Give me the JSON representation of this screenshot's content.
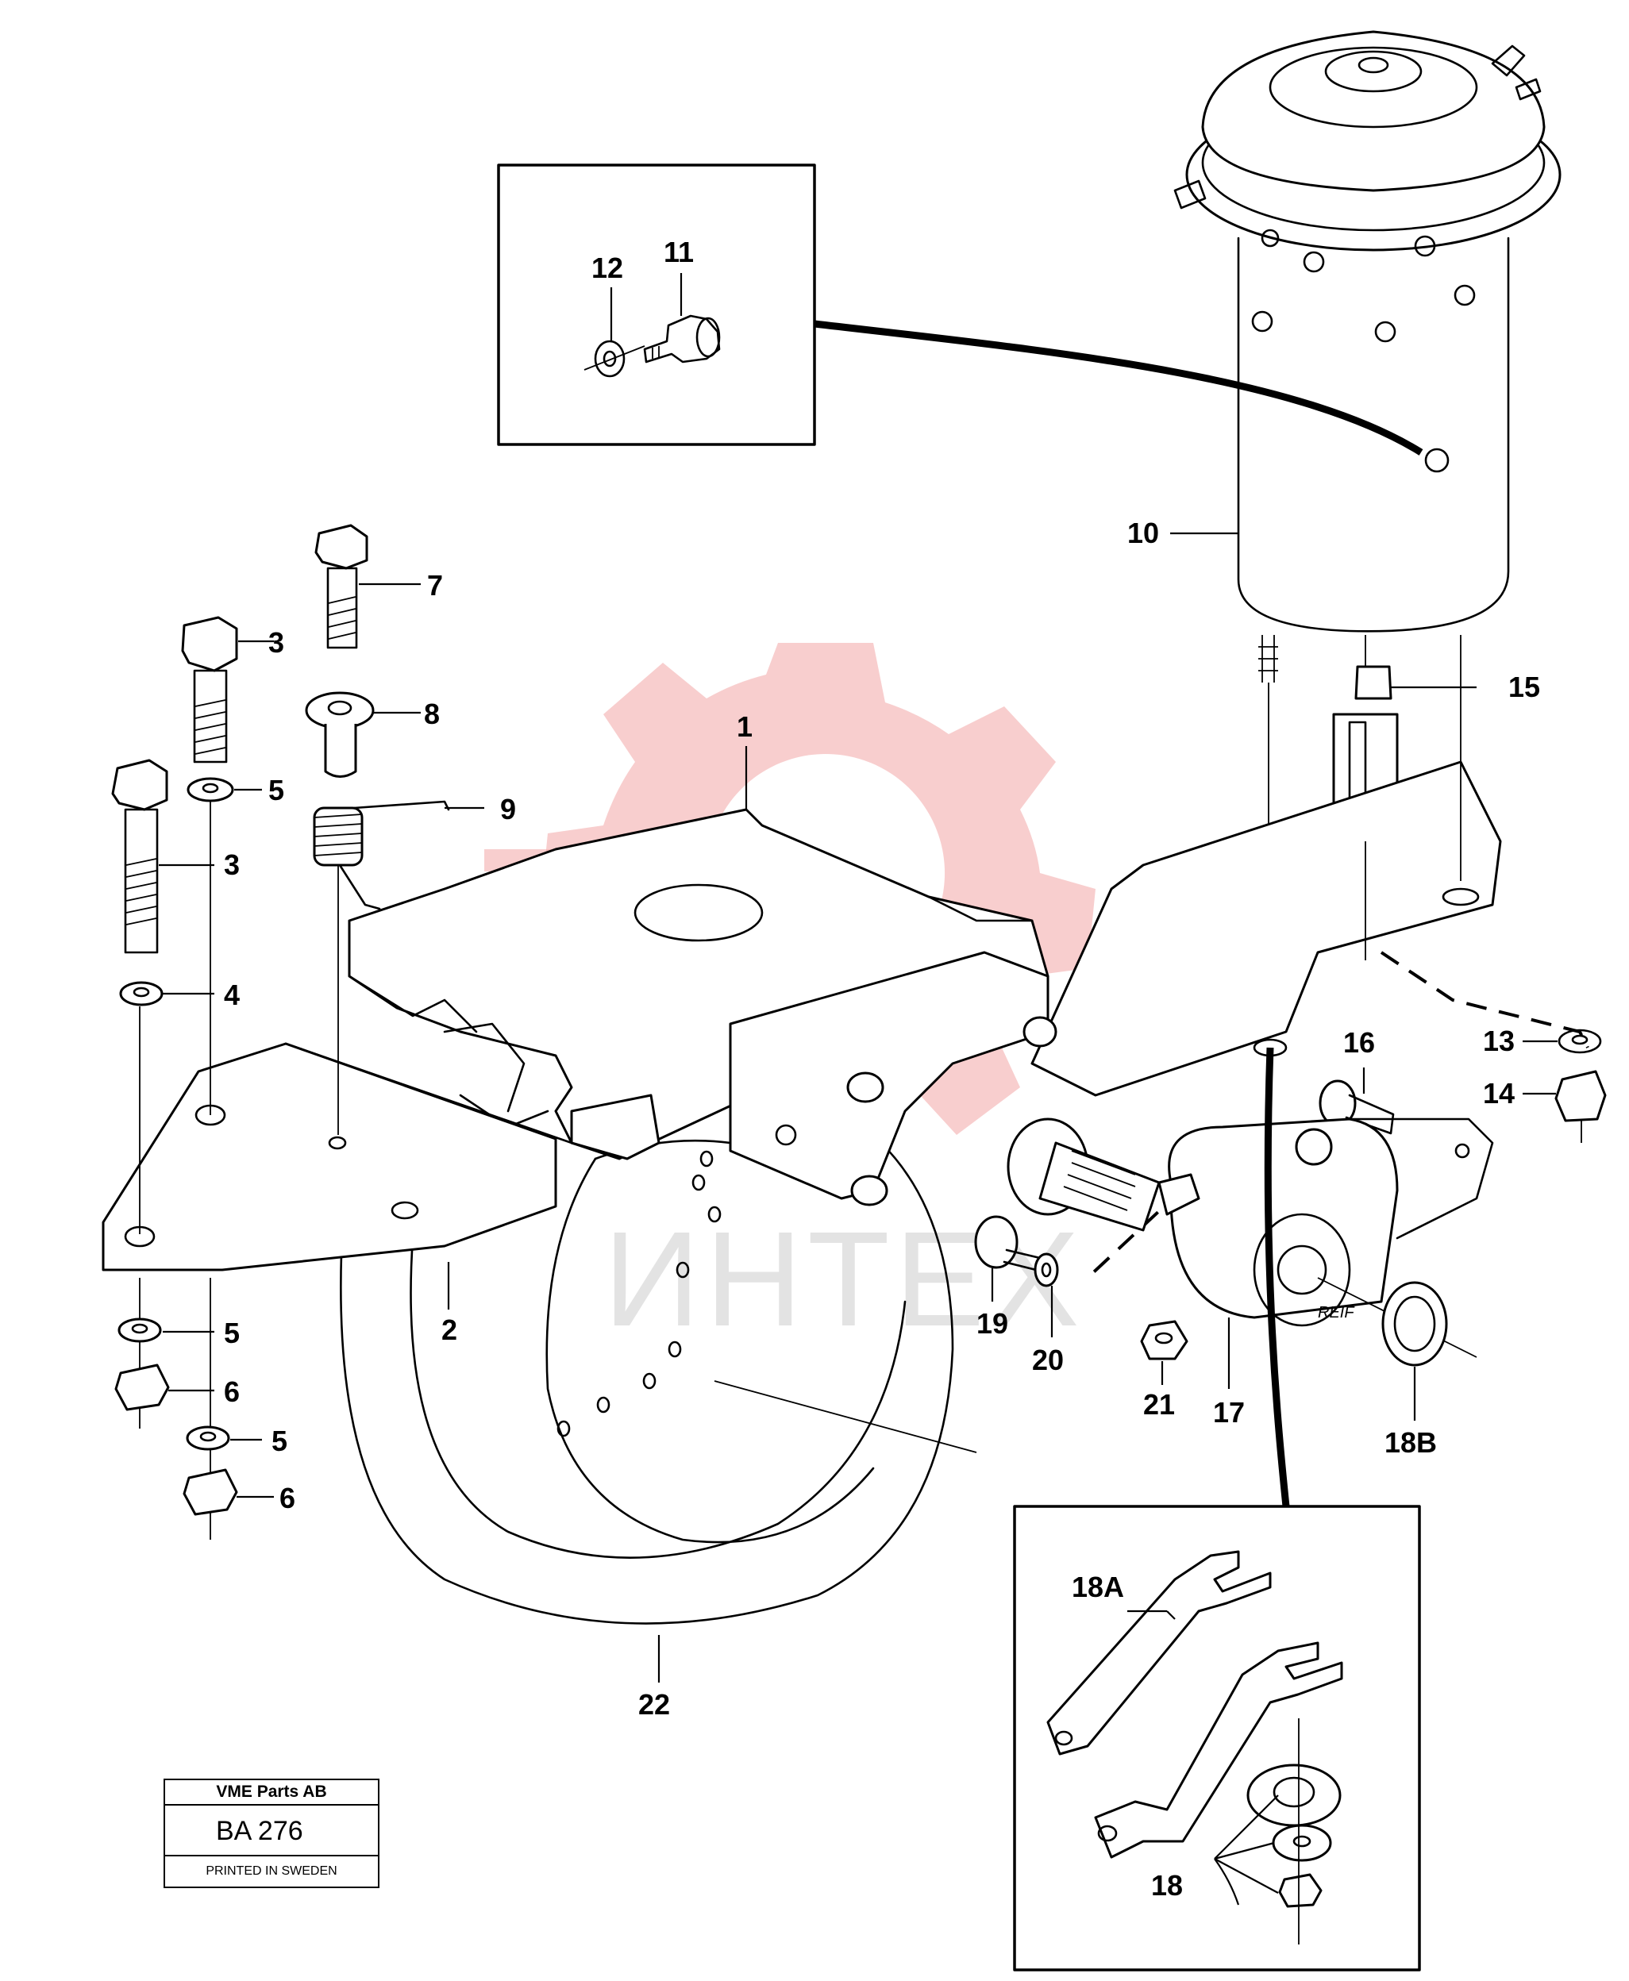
{
  "labels": {
    "l1": "1",
    "l2": "2",
    "l3a": "3",
    "l3b": "3",
    "l4": "4",
    "l5a": "5",
    "l5b": "5",
    "l5c": "5",
    "l6a": "6",
    "l6b": "6",
    "l7": "7",
    "l8": "8",
    "l9": "9",
    "l10": "10",
    "l11": "11",
    "l12": "12",
    "l13": "13",
    "l14": "14",
    "l15": "15",
    "l16": "16",
    "l17": "17",
    "l18": "18",
    "l18a": "18A",
    "l18b": "18B",
    "l19": "19",
    "l20": "20",
    "l21": "21",
    "l22": "22"
  },
  "part_marking": "REIF",
  "watermark": "ИНТЕХ",
  "title_block": {
    "company": "VME Parts AB",
    "code": "BA 276",
    "printed": "PRINTED IN SWEDEN"
  }
}
